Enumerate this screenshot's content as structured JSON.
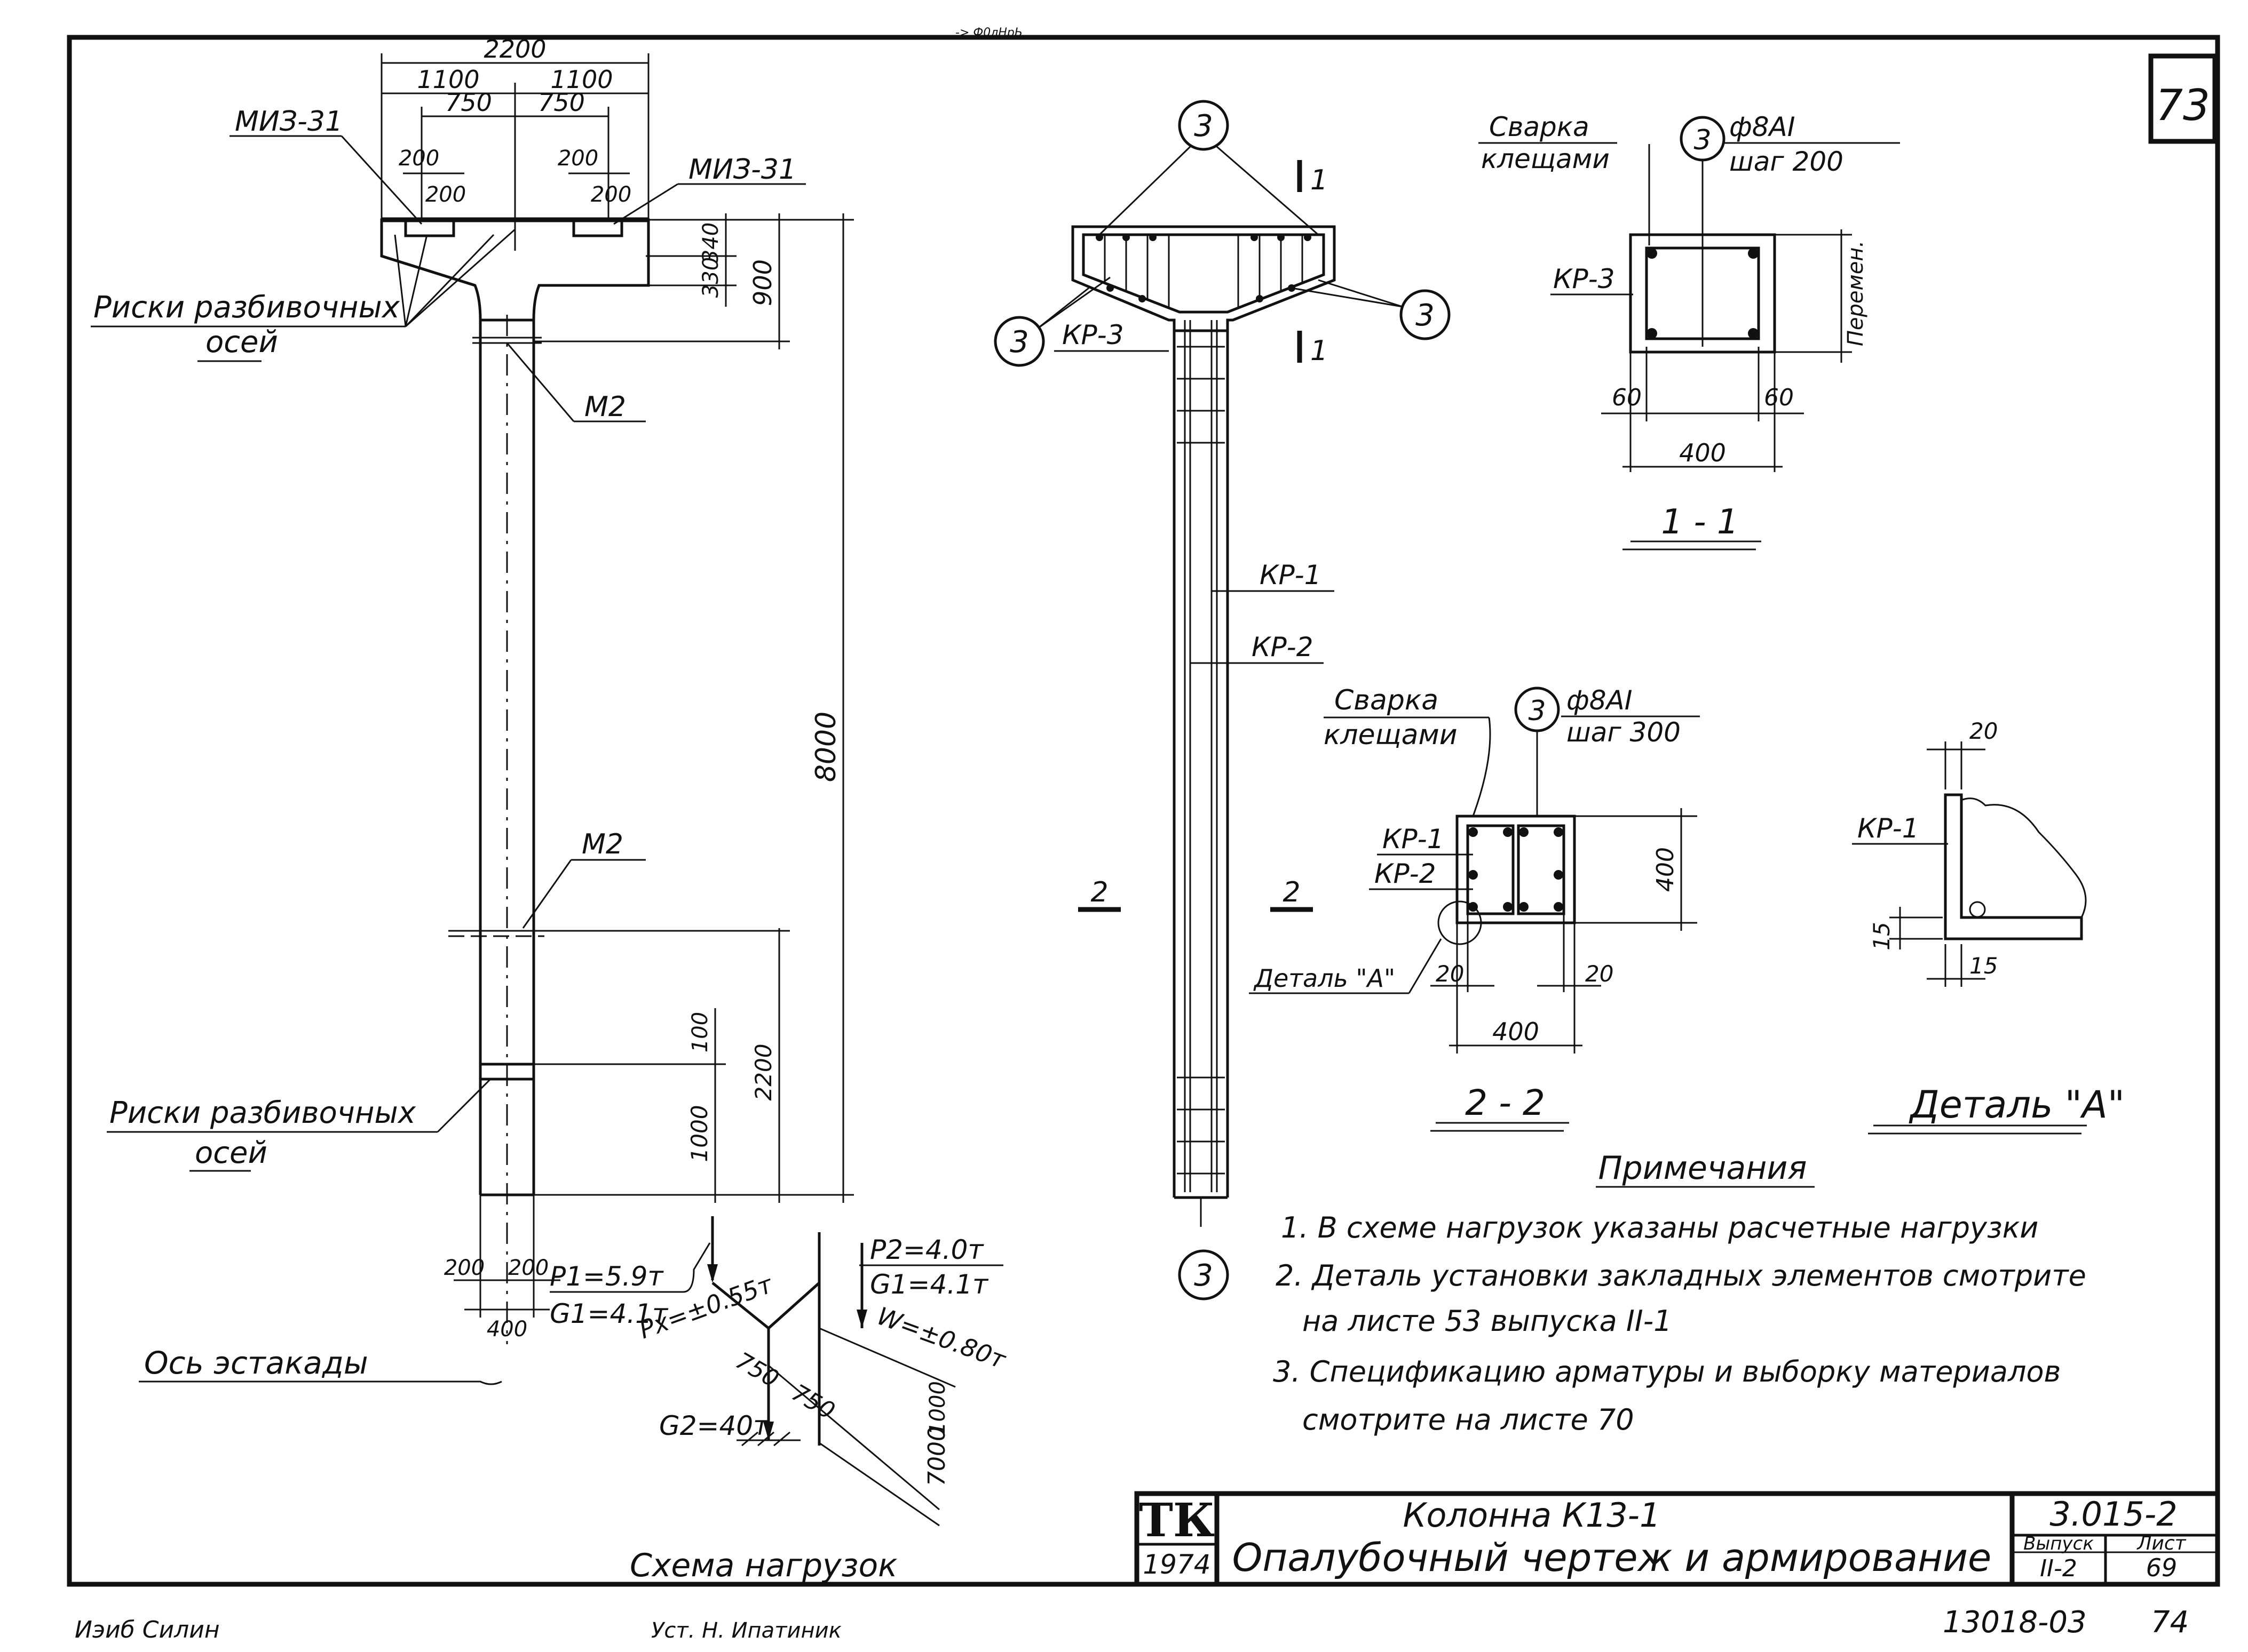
{
  "sheet": {
    "sheet_no": "73",
    "top_stamp": "-> Ф0лНрЬ",
    "bottom_page_no": "74",
    "bottom_code": "13018-03",
    "signature_left": "Иэиб Силин",
    "signature_mid": "Уст. Н. Ипатиник"
  },
  "elevation": {
    "dims_top": {
      "total": "2200",
      "half_left": "1100",
      "half_right": "1100",
      "off_left": "750",
      "off_right": "750",
      "pl_left_a": "200",
      "pl_left_b": "200",
      "pl_right_a": "200",
      "pl_right_b": "200"
    },
    "dims_right": {
      "d340": "340",
      "d330": "330",
      "d900": "900",
      "d8000": "8000",
      "d100": "100",
      "d1000": "1000",
      "d2200": "2200"
    },
    "dims_bottom": {
      "b200a": "200",
      "b200b": "200",
      "b400": "400"
    },
    "labels": {
      "miz_left": "МИЗ-31",
      "miz_right": "МИЗ-31",
      "risks_top_1": "Риски разбивочных",
      "risks_top_2": "осей",
      "m2_top": "М2",
      "m2_mid": "М2",
      "risks_bot_1": "Риски разбивочных",
      "risks_bot_2": "осей",
      "axis_name": "Ось эстакады"
    }
  },
  "load_scheme": {
    "title": "Схема нагрузок",
    "p1": "P1=5.9т",
    "g1_left": "G1=4.1т",
    "p2": "P2=4.0т",
    "g1_right": "G1=4.1т",
    "px": "Px=±0.55т",
    "w": "W=±0.80т",
    "g2": "G2=40т",
    "d750a": "750",
    "d750b": "750",
    "d1000": "1000",
    "d7000": "7000"
  },
  "reinforcement": {
    "marker": "3",
    "cut_mark_1": "1",
    "cut_mark_2": "2",
    "kp1": "КР-1",
    "kp2": "КР-2",
    "kp3": "КР-3"
  },
  "section_1_1": {
    "title": "1 - 1",
    "weld_1": "Сварка",
    "weld_2": "клещами",
    "marker": "3",
    "bar_1": "ф8АI",
    "bar_2": "шаг 200",
    "kp": "КР-3",
    "variable": "Перемен.",
    "d60a": "60",
    "d60b": "60",
    "d400": "400"
  },
  "section_2_2": {
    "title": "2 - 2",
    "weld_1": "Сварка",
    "weld_2": "клещами",
    "marker": "3",
    "bar_1": "ф8АI",
    "bar_2": "шаг 300",
    "kp1": "КР-1",
    "kp2": "КР-2",
    "detail_ref": "Деталь \"А\"",
    "d400_side": "400",
    "d20a": "20",
    "d20b": "20",
    "d400_bottom": "400"
  },
  "detail_a": {
    "title": "Деталь \"А\"",
    "kp1": "КР-1",
    "d20": "20",
    "d15a": "15",
    "d15b": "15"
  },
  "notes": {
    "heading": "Примечания",
    "n1": "1. В схеме нагрузок указаны расчетные нагрузки",
    "n2a": "2. Деталь установки закладных элементов смотрите",
    "n2b": "на листе 53 выпуска II-1",
    "n3a": "3. Спецификацию арматуры и выборку материалов",
    "n3b": "смотрите на листе 70"
  },
  "title_block": {
    "logo": "ТК",
    "year": "1974",
    "line1": "Колонна К13-1",
    "line2": "Опалубочный чертеж и армирование",
    "code": "3.015-2",
    "issue_label": "Выпуск",
    "issue_value": "II-2",
    "sheet_label": "Лист",
    "sheet_value": "69"
  }
}
